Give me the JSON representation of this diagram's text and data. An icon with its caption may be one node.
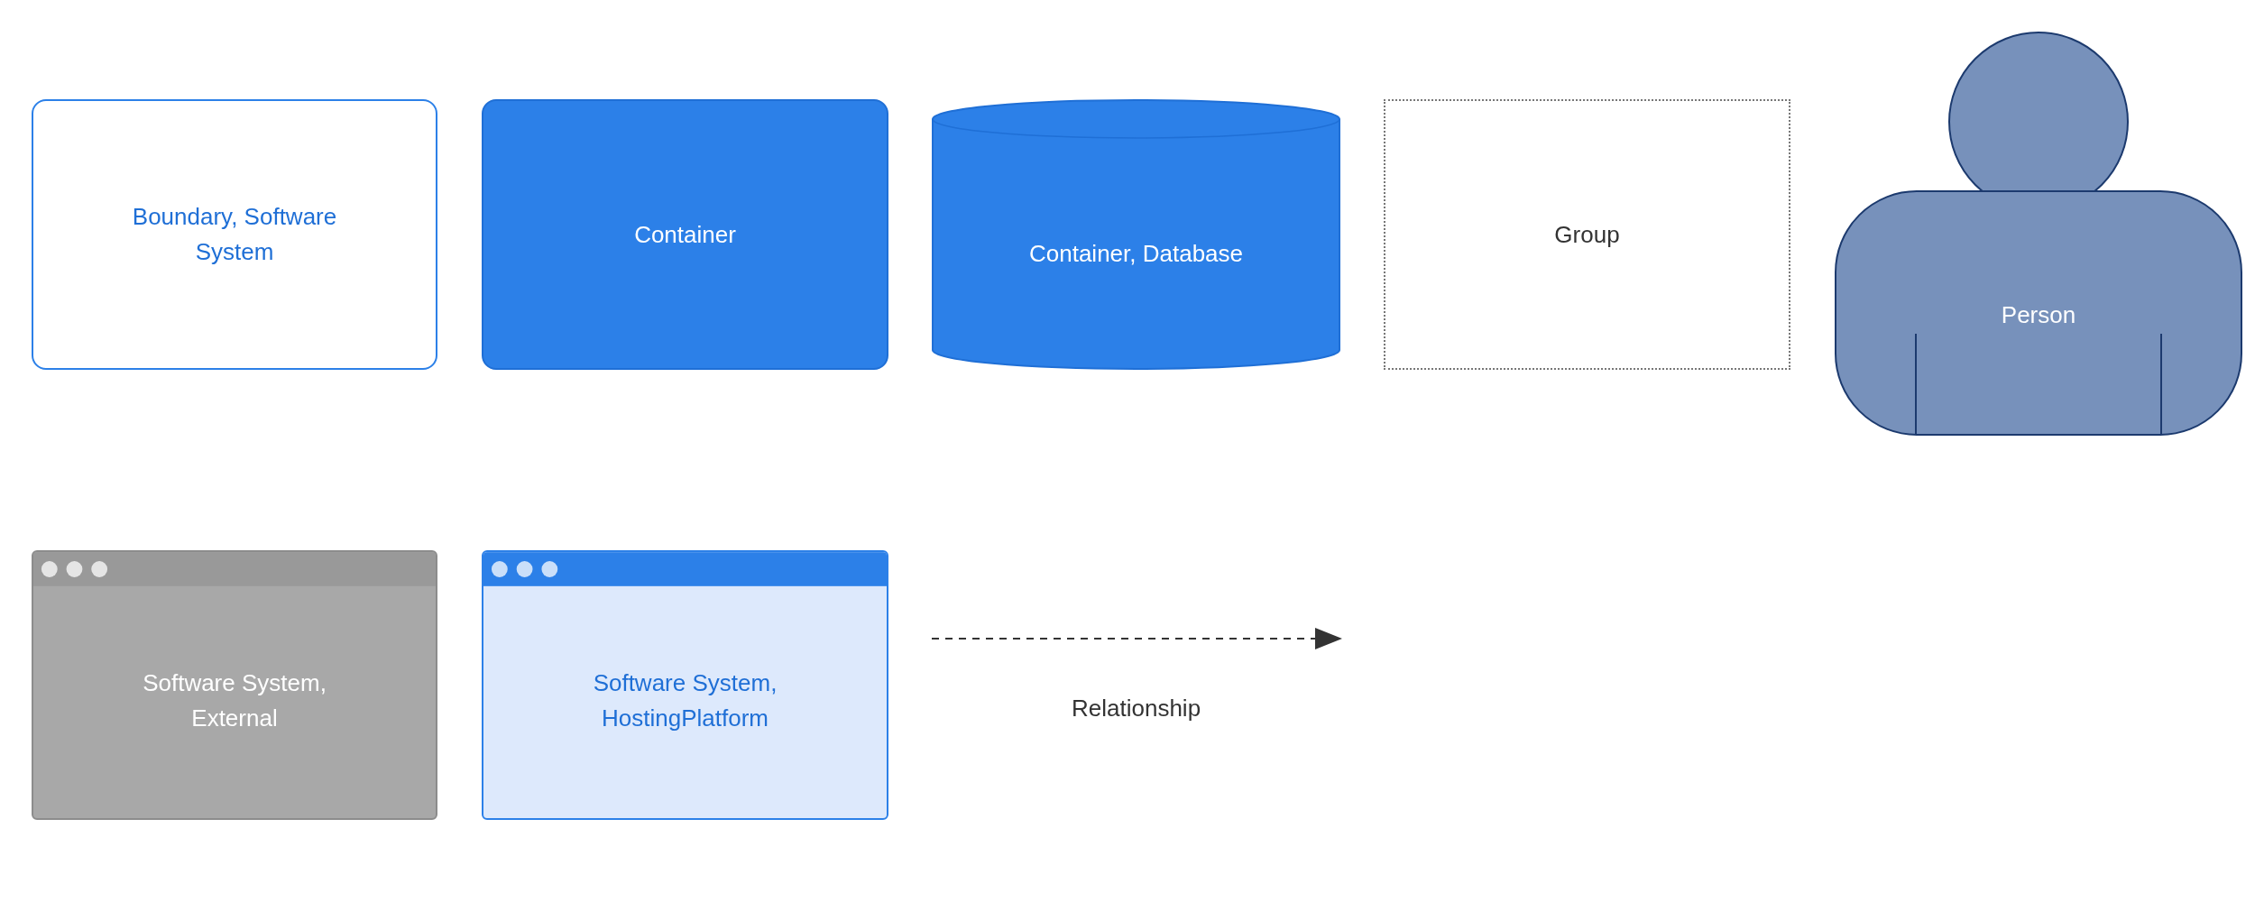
{
  "diagram": {
    "nodes": [
      {
        "text": [
          "Boundary, Software System"
        ]
      },
      {
        "text": [
          "Container"
        ]
      },
      {
        "text": [
          "Container, Database"
        ]
      },
      {
        "text": [
          "Group"
        ]
      },
      {
        "text": [
          "Person"
        ]
      },
      {
        "text": [
          "Software System, External"
        ]
      },
      {
        "text": [
          "Software System, HostingPlatform"
        ]
      }
    ],
    "labels": [
      "Relationship"
    ]
  }
}
